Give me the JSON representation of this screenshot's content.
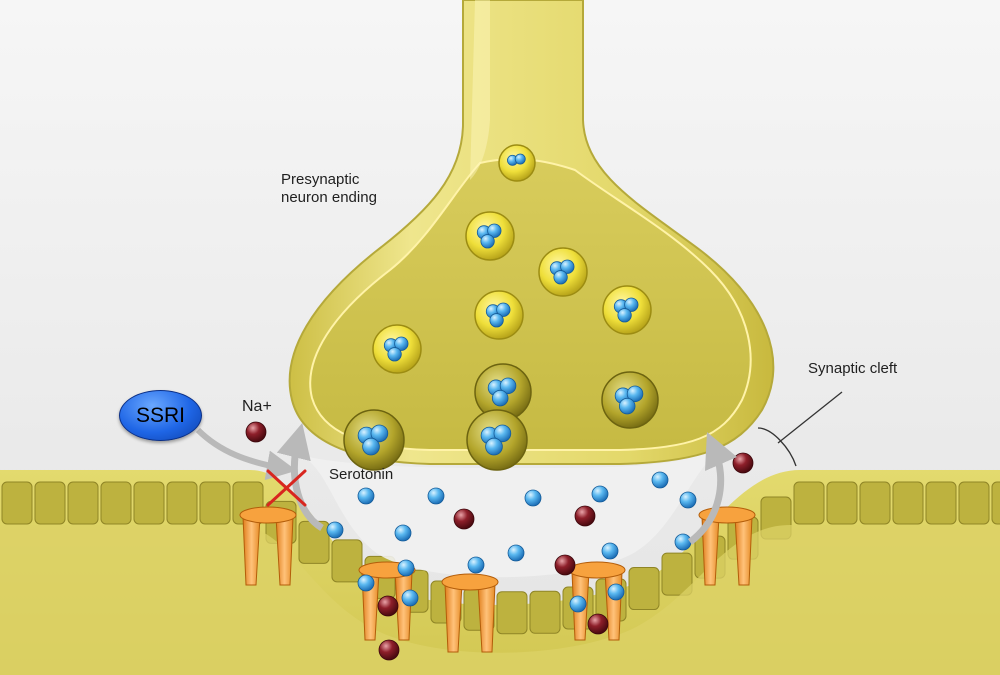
{
  "labels": {
    "presynaptic_line1": "Presynaptic",
    "presynaptic_line2": "neuron ending",
    "synaptic_cleft": "Synaptic cleft",
    "ssri": "SSRI",
    "sodium": "Na+",
    "serotonin": "Serotonin"
  },
  "colors": {
    "background": "#ececec",
    "neuron_fill": "#e2d872",
    "neuron_edge": "#b5a93a",
    "membrane_fill": "#d9cf5c",
    "cell_block": "#b9ae3c",
    "vesicle_fill": "#f0e043",
    "serotonin_blue": "#46a8ea",
    "sodium_red": "#7a1a22",
    "receptor_orange": "#f39b35",
    "ssri_blue": "#1f66e6",
    "block_cross": "#d8261f",
    "arrow_grey": "#b9b9b9",
    "top_bar": "#1aa5ef"
  },
  "icons": [
    "vesicle-icon",
    "serotonin-molecule-icon",
    "sodium-ion-icon",
    "receptor-channel-icon",
    "block-cross-icon",
    "reuptake-arrow-icon"
  ]
}
